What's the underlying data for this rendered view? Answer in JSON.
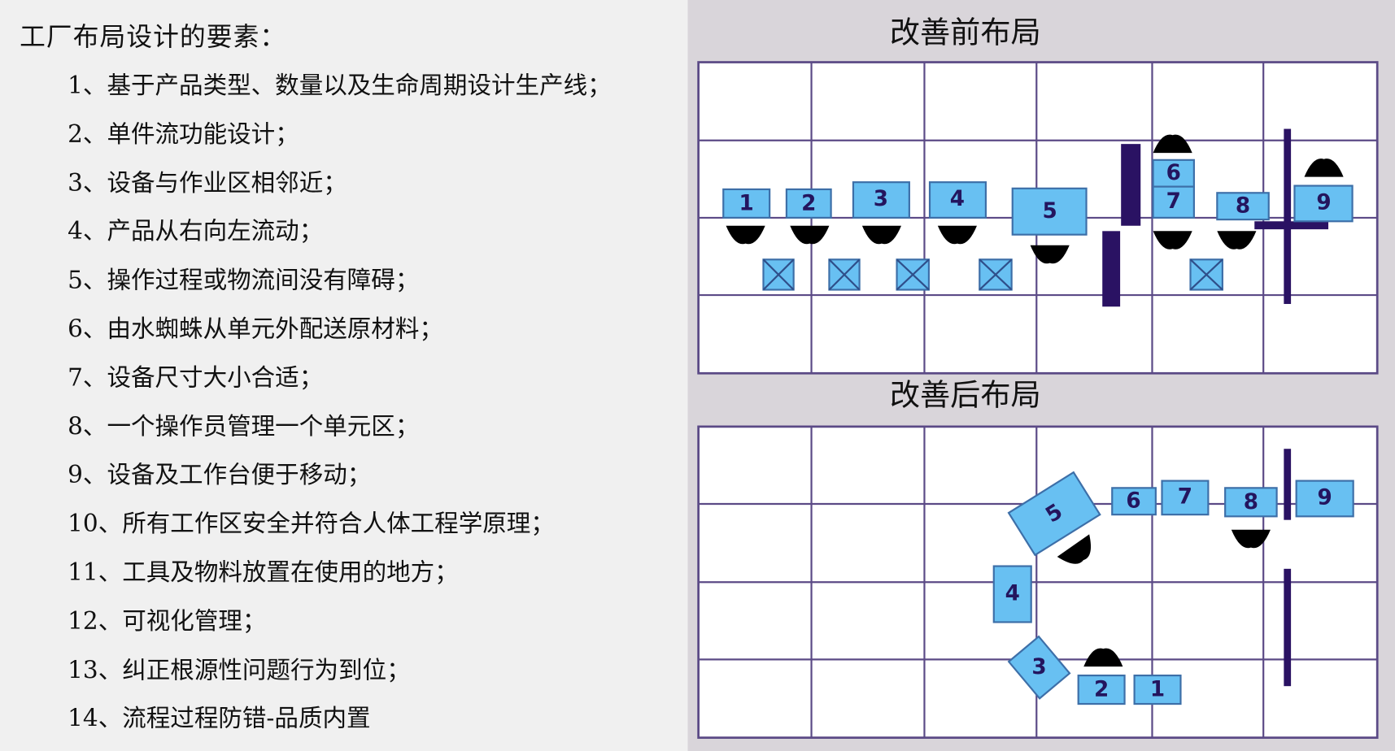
{
  "left": {
    "heading": "工厂布局设计的要素：",
    "items": [
      "1、基于产品类型、数量以及生命周期设计生产线；",
      "2、单件流功能设计；",
      "3、设备与作业区相邻近；",
      "4、产品从右向左流动；",
      "5、操作过程或物流间没有障碍；",
      "6、由水蜘蛛从单元外配送原材料；",
      "7、设备尺寸大小合适；",
      "8、一个操作员管理一个单元区；",
      "9、设备及工作台便于移动；",
      "10、所有工作区安全并符合人体工程学原理；",
      "11、工具及物料放置在使用的地方；",
      "12、可视化管理；",
      "13、纠正根源性问题行为到位；",
      "14、流程过程防错-品质内置"
    ]
  },
  "before": {
    "title": "改善前布局",
    "machines": [
      "1",
      "2",
      "3",
      "4",
      "5",
      "6",
      "7",
      "8",
      "9"
    ]
  },
  "after": {
    "title": "改善后布局",
    "machines": [
      "1",
      "2",
      "3",
      "4",
      "5",
      "6",
      "7",
      "8",
      "9"
    ]
  },
  "colors": {
    "machine": "#68c0f2",
    "grid": "#5b4a86",
    "bar": "#2a1263",
    "panel": "#d9d5da"
  }
}
